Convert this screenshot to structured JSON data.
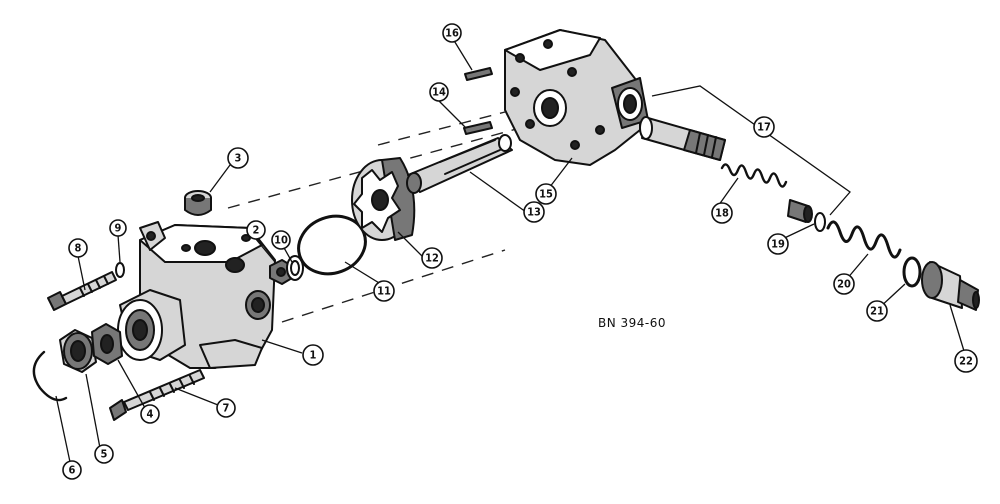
{
  "drawing_code": "BN 394-60",
  "callouts": [
    {
      "label": "1"
    },
    {
      "label": "2"
    },
    {
      "label": "3"
    },
    {
      "label": "4"
    },
    {
      "label": "5"
    },
    {
      "label": "6"
    },
    {
      "label": "7"
    },
    {
      "label": "8"
    },
    {
      "label": "9"
    },
    {
      "label": "10"
    },
    {
      "label": "11"
    },
    {
      "label": "12"
    },
    {
      "label": "13"
    },
    {
      "label": "14"
    },
    {
      "label": "15"
    },
    {
      "label": "16"
    },
    {
      "label": "17"
    },
    {
      "label": "18"
    },
    {
      "label": "19"
    },
    {
      "label": "20"
    },
    {
      "label": "21"
    },
    {
      "label": "22"
    }
  ]
}
